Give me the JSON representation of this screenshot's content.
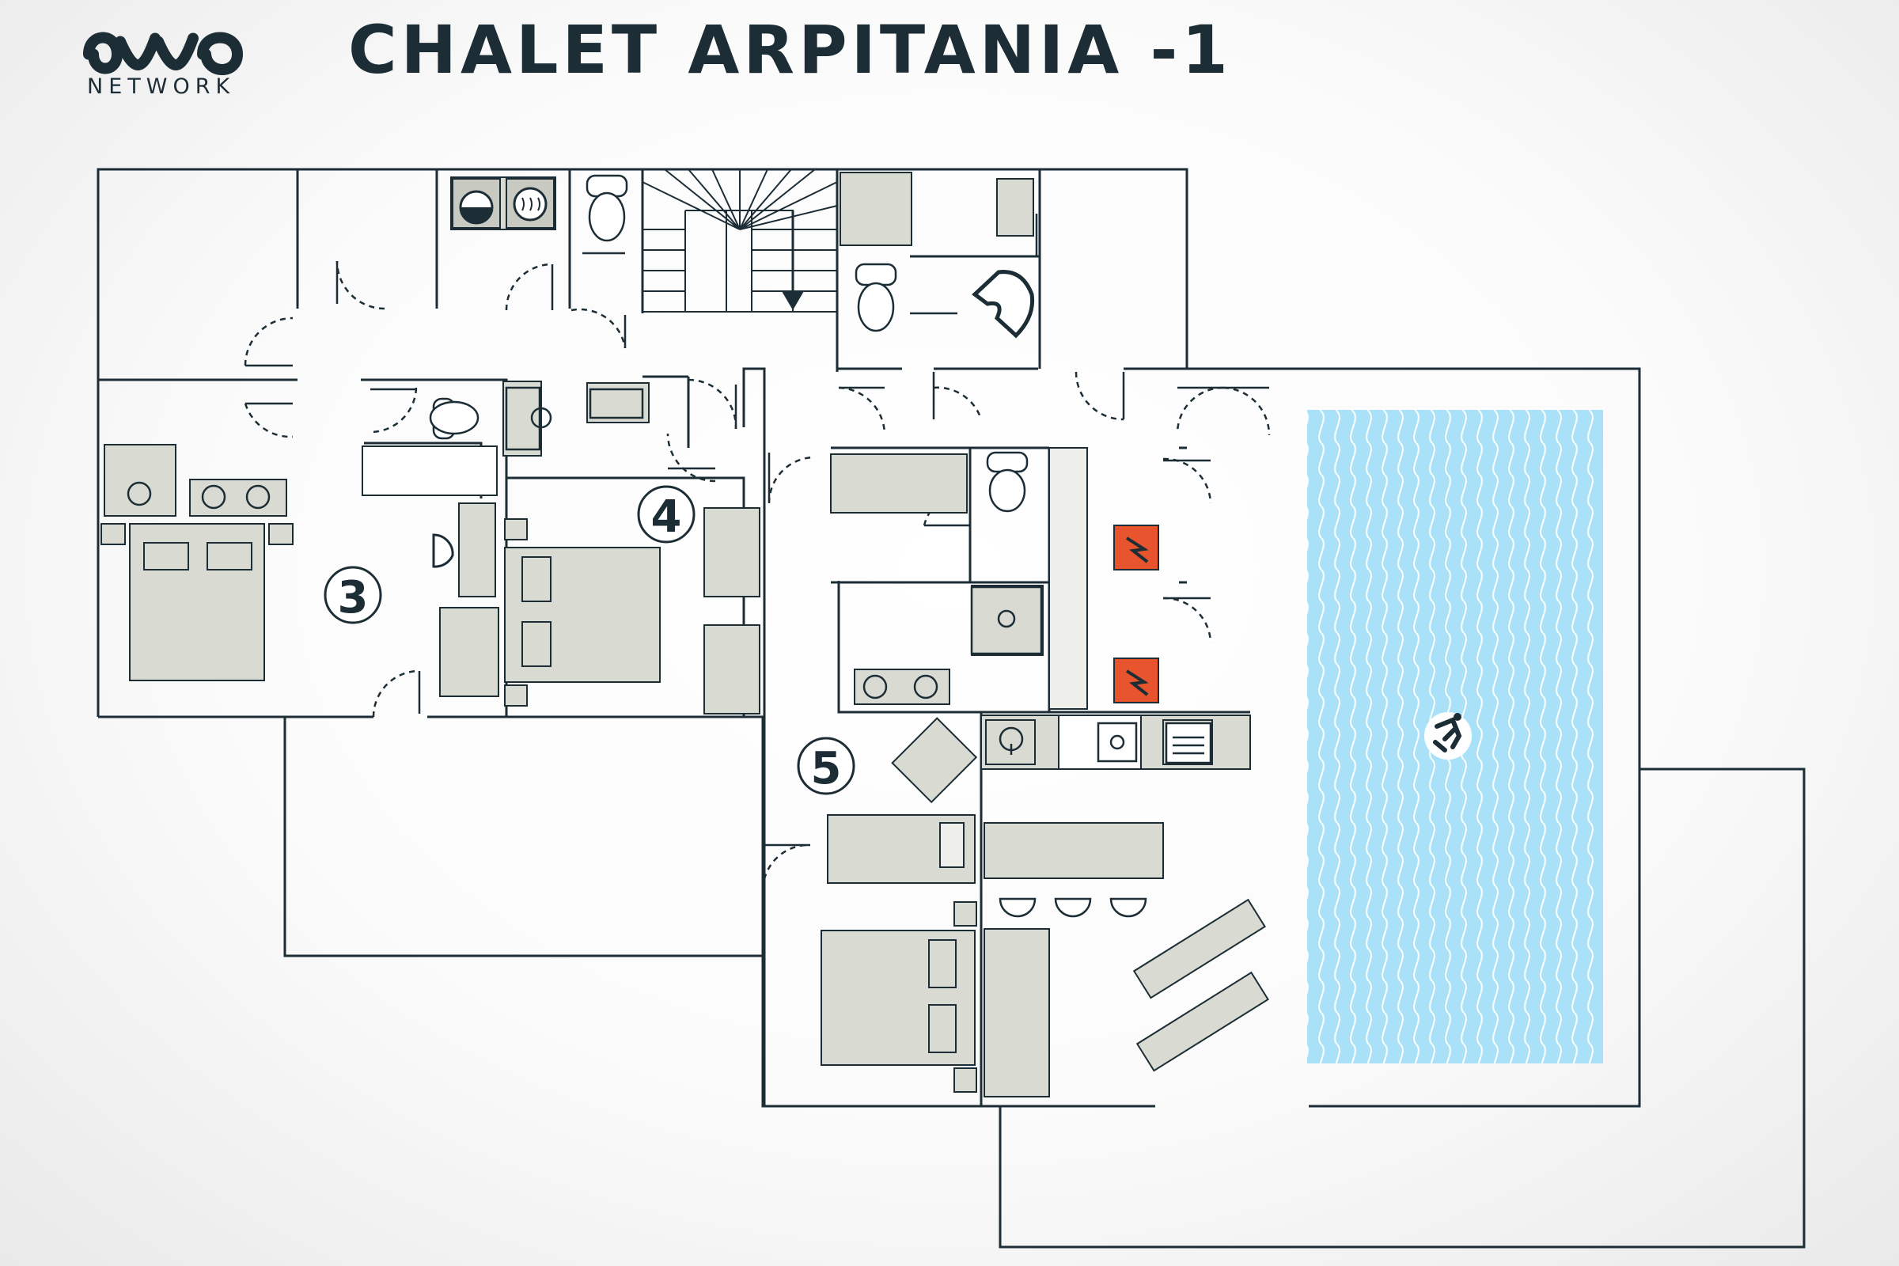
{
  "header": {
    "brand": "NETWORK",
    "title": "CHALET ARPITANIA -1"
  },
  "rooms": {
    "room_3": "3",
    "room_4": "4",
    "room_5": "5"
  },
  "colors": {
    "wall": "#1c2d36",
    "furniture": "#d9dbd3",
    "pool": "#a9e2f8",
    "heater": "#e8542d"
  },
  "icons": [
    "stair-arrow-icon",
    "swimmer-icon",
    "heater-icon",
    "toilet-icon",
    "sink-icon",
    "shower-icon",
    "washing-machine-icon",
    "dryer-icon",
    "oven-icon",
    "dishwasher-icon",
    "armchair-icon",
    "sun-lounger-icon",
    "bar-stool-icon"
  ]
}
